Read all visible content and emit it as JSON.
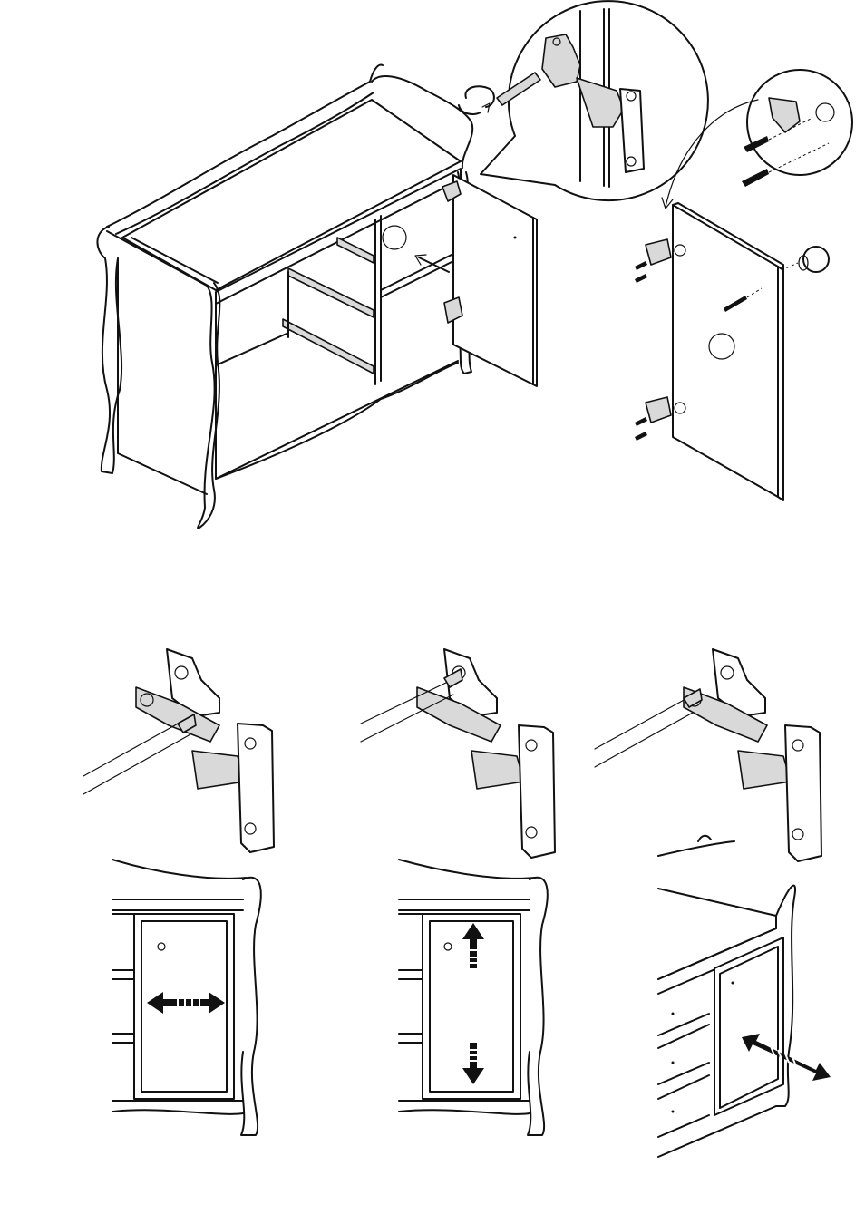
{
  "figure": {
    "kind": "assembly-instructions",
    "subject": "changing-table-door-hinge-installation-and-adjustment",
    "steps": [
      {
        "id": "attach-door",
        "icons": [
          "changing-table-icon",
          "hinge-detail-icon",
          "screwdriver-icon",
          "door-panel-icon",
          "knob-icon"
        ]
      },
      {
        "id": "adjust-side-to-side",
        "icons": [
          "hinge-icon",
          "screwdriver-icon",
          "double-arrow-horizontal-icon"
        ]
      },
      {
        "id": "adjust-up-down",
        "icons": [
          "hinge-icon",
          "screwdriver-icon",
          "arrow-up-icon",
          "arrow-down-icon"
        ]
      },
      {
        "id": "adjust-in-out",
        "icons": [
          "hinge-icon",
          "screwdriver-icon",
          "double-arrow-diagonal-icon"
        ]
      }
    ]
  }
}
